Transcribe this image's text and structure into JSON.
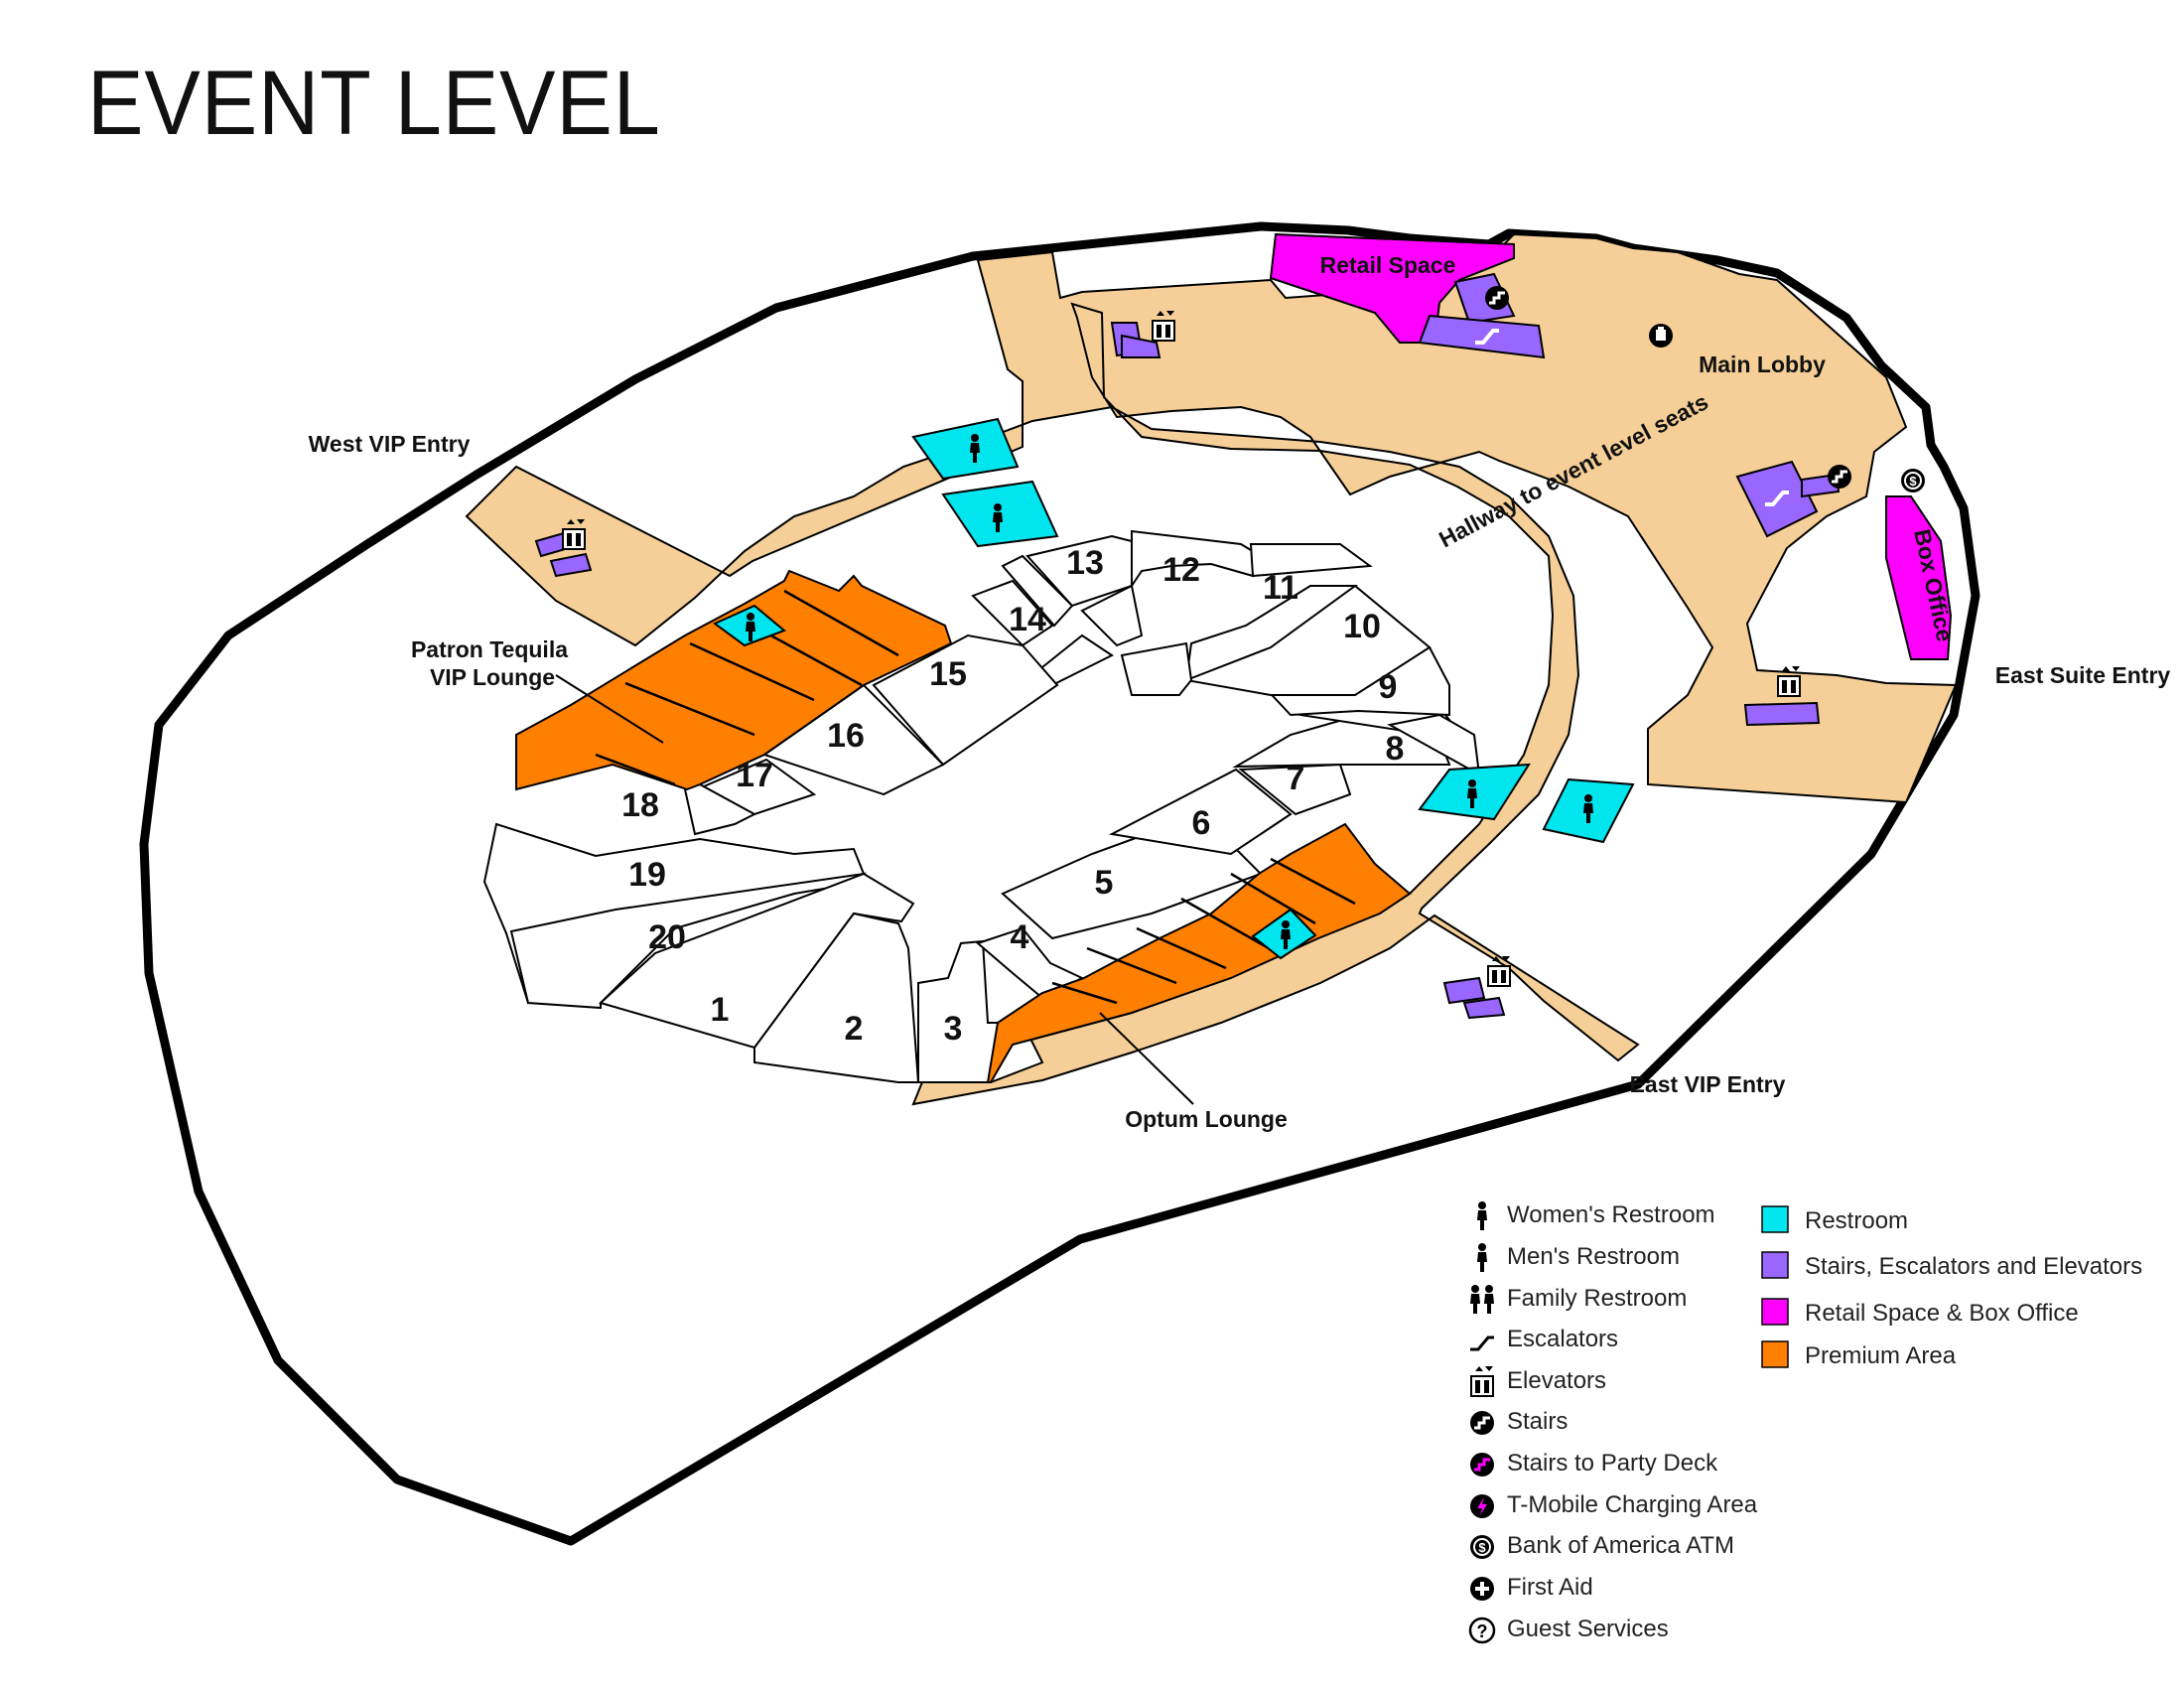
{
  "title": "EVENT LEVEL",
  "colors": {
    "hallway": "#f5cf97",
    "restroom": "#00e5ee",
    "stairs_elevators": "#9966ff",
    "retail_box_office": "#ff00ff",
    "premium": "#ff7f00",
    "outline": "#000000"
  },
  "sections": [
    "1",
    "2",
    "3",
    "4",
    "5",
    "6",
    "7",
    "8",
    "9",
    "10",
    "11",
    "12",
    "13",
    "14",
    "15",
    "16",
    "17",
    "18",
    "19",
    "20"
  ],
  "areas": {
    "retail_space": "Retail Space",
    "main_lobby": "Main Lobby",
    "hallway": "Hallway to event level seats",
    "box_office": "Box Office",
    "patron_line1": "Patron Tequila",
    "patron_line2": "VIP Lounge",
    "optum_lounge": "Optum Lounge"
  },
  "entries": {
    "west_vip": "West VIP Entry",
    "east_suite": "East Suite Entry",
    "east_vip": "East VIP Entry"
  },
  "legend": {
    "symbols": [
      {
        "icon": "womens-restroom-icon",
        "label": "Women's Restroom"
      },
      {
        "icon": "mens-restroom-icon",
        "label": "Men's Restroom"
      },
      {
        "icon": "family-restroom-icon",
        "label": "Family Restroom"
      },
      {
        "icon": "escalator-icon",
        "label": "Escalators"
      },
      {
        "icon": "elevator-icon",
        "label": "Elevators"
      },
      {
        "icon": "stairs-icon",
        "label": "Stairs"
      },
      {
        "icon": "stairs-party-deck-icon",
        "label": "Stairs to Party Deck"
      },
      {
        "icon": "charging-icon",
        "label": "T-Mobile Charging Area"
      },
      {
        "icon": "atm-icon",
        "label": "Bank of America ATM"
      },
      {
        "icon": "first-aid-icon",
        "label": "First Aid"
      },
      {
        "icon": "guest-services-icon",
        "label": "Guest Services"
      }
    ],
    "colors": [
      {
        "label": "Restroom",
        "color": "#00e5ee"
      },
      {
        "label": "Stairs, Escalators and Elevators",
        "color": "#9966ff"
      },
      {
        "label": "Retail Space & Box Office",
        "color": "#ff00ff"
      },
      {
        "label": "Premium Area",
        "color": "#ff7f00"
      }
    ]
  }
}
